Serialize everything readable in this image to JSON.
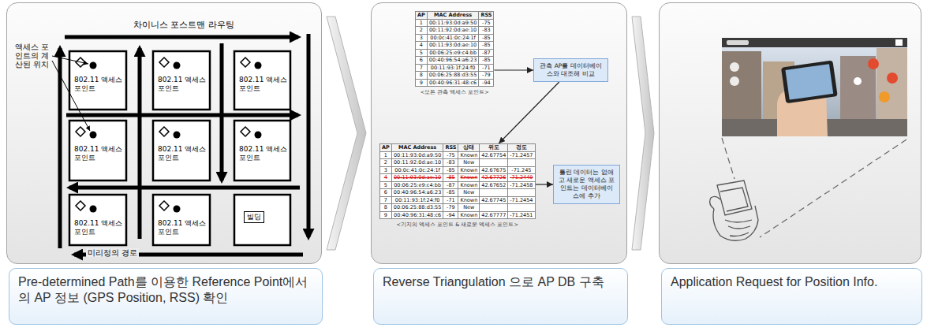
{
  "diagram": {
    "nodes": [
      {
        "text": [
          "Pre-determined Path를 이용한 Reference Point에서의 AP 정보 (GPS Position, RSS) 확인"
        ]
      },
      {
        "text": [
          "빌딩"
        ],
        "in": 0
      },
      {
        "text": [
          "Reverse Triangulation 으로 AP DB 구축"
        ]
      },
      {
        "text": [
          "<모든 관측 액세스 포인트>"
        ],
        "in": 2
      },
      {
        "text": [
          "관측 AP를 데이터베이스와 대조해 비교"
        ],
        "in": 2
      },
      {
        "text": [
          "<기지의 액세스 포인트 & 새로운 액세스 포인트>"
        ],
        "in": 2
      },
      {
        "text": [
          "틀린 데이터는 없애고 새로운 액세스 포인트는 데이터베이스에 추가"
        ],
        "in": 2
      },
      {
        "text": [
          "Application Request for Position Info."
        ]
      }
    ],
    "edges": [
      {
        "from": 0,
        "to": 2,
        "arrow": "to"
      },
      {
        "from": 2,
        "to": 7,
        "arrow": "to"
      },
      {
        "from": 3,
        "to": 4,
        "arrow": "to"
      },
      {
        "from": 4,
        "to": 5,
        "arrow": "to"
      },
      {
        "from": 5,
        "to": 6,
        "arrow": "to"
      }
    ],
    "labels": [
      "차이니스 포스트맨 라우팅",
      "액세스 포인트의 계산된 위치",
      "802.11 액세스 포인트",
      "802.11 액세스 포인트",
      "802.11 액세스 포인트",
      "802.11 액세스 포인트",
      "802.11 액세스 포인트",
      "802.11 액세스 포인트",
      "802.11 액세스 포인트",
      "802.11 액세스 포인트",
      "미리정의 경로",
      "AP",
      "MAC Address",
      "RSS",
      "1",
      "00:11:93:0d:a9:50",
      "-75",
      "2",
      "00:11:92:0d:ae:10",
      "-83",
      "3",
      "00:0c:41:0c:24:1f",
      "-85",
      "4",
      "00:11:93:0d:ae:10",
      "-85",
      "5",
      "00:06:25:e9:c4:bb",
      "-87",
      "6",
      "00:40:96:54:a6:23",
      "-85",
      "7",
      "00:11:93:1f:24:f0",
      "-71",
      "8",
      "00:06:25:88:d3:55",
      "-79",
      "9",
      "00:40:96:31:48:c6",
      "-94",
      "AP",
      "MAC Address",
      "RSS",
      "상태",
      "위도",
      "경도",
      "1",
      "00:11:93:0d:a9:50",
      "-75",
      "Known",
      "42.67754",
      "-71.2457",
      "2",
      "00:11:92:0d:ae:10",
      "-83",
      "New",
      "3",
      "00:0c:41:0c:24:1f",
      "-85",
      "Known",
      "42.67675",
      "-71.245",
      "4",
      "00:11:93:0d:ae:10",
      "-85",
      "Known",
      "42.67726",
      "-71.2449",
      "5",
      "00:06:25:e9:c4:bb",
      "-87",
      "Known",
      "42.67652",
      "-71.2458",
      "6",
      "00:40:96:54:a6:23",
      "-85",
      "New",
      "7",
      "00:11:93:1f:24:f0",
      "-71",
      "Known",
      "42.67745",
      "-71.2454",
      "8",
      "00:06:25:88:d3:55",
      "-79",
      "New",
      "9",
      "00:40:96:31:48:c6",
      "-94",
      "Known",
      "42.67777",
      "-71.2451"
    ]
  }
}
